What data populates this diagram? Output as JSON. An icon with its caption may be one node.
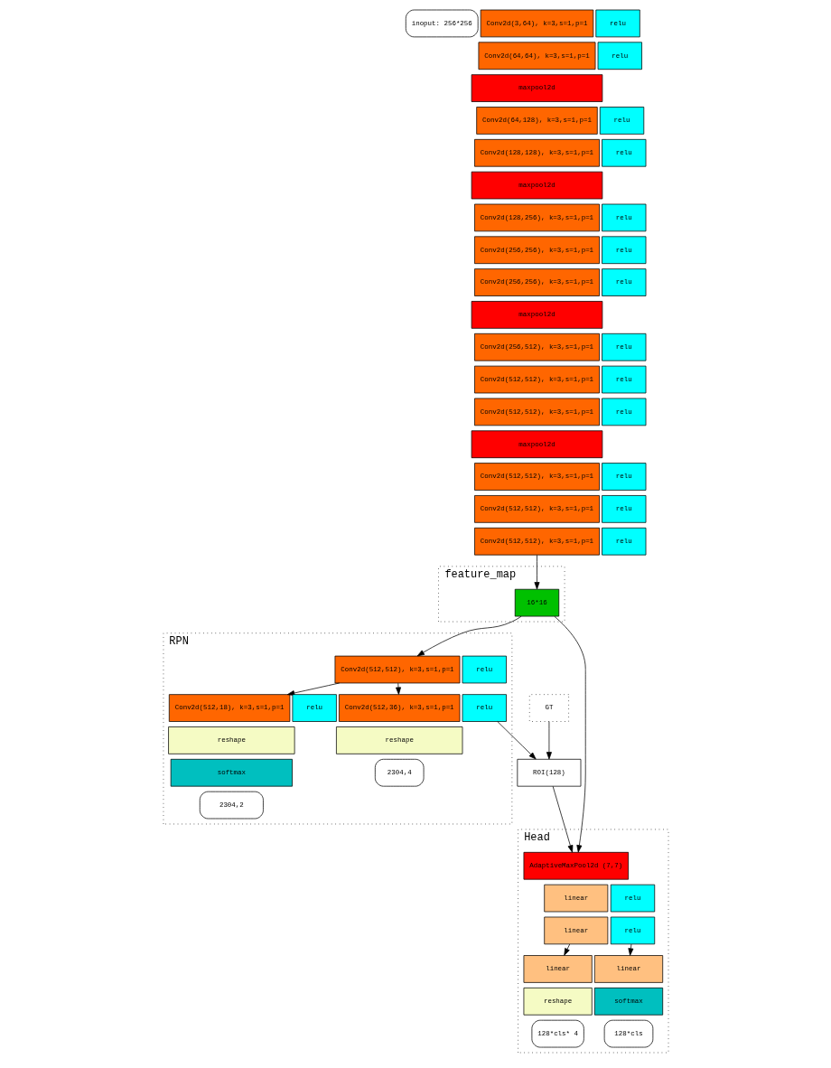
{
  "diagram": {
    "nodes": [
      {
        "text": [
          "inoput: 256*256"
        ]
      },
      {
        "text": [
          "Conv2d(3,64), k=3,s=1,p=1"
        ]
      },
      {
        "text": [
          "relu"
        ]
      },
      {
        "text": [
          "Conv2d(64,64), k=3,s=1,p=1"
        ]
      },
      {
        "text": [
          "relu"
        ]
      },
      {
        "text": [
          "maxpool2d"
        ]
      },
      {
        "text": [
          "Conv2d(64,128), k=3,s=1,p=1"
        ]
      },
      {
        "text": [
          "relu"
        ]
      },
      {
        "text": [
          "Conv2d(128,128), k=3,s=1,p=1"
        ]
      },
      {
        "text": [
          "relu"
        ]
      },
      {
        "text": [
          "maxpool2d"
        ]
      },
      {
        "text": [
          "Conv2d(128,256), k=3,s=1,p=1"
        ]
      },
      {
        "text": [
          "relu"
        ]
      },
      {
        "text": [
          "Conv2d(256,256), k=3,s=1,p=1"
        ]
      },
      {
        "text": [
          "relu"
        ]
      },
      {
        "text": [
          "Conv2d(256,256), k=3,s=1,p=1"
        ]
      },
      {
        "text": [
          "relu"
        ]
      },
      {
        "text": [
          "maxpool2d"
        ]
      },
      {
        "text": [
          "Conv2d(256,512), k=3,s=1,p=1"
        ]
      },
      {
        "text": [
          "relu"
        ]
      },
      {
        "text": [
          "Conv2d(512,512), k=3,s=1,p=1"
        ]
      },
      {
        "text": [
          "relu"
        ]
      },
      {
        "text": [
          "Conv2d(512,512), k=3,s=1,p=1"
        ]
      },
      {
        "text": [
          "relu"
        ]
      },
      {
        "text": [
          "maxpool2d"
        ]
      },
      {
        "text": [
          "Conv2d(512,512), k=3,s=1,p=1"
        ]
      },
      {
        "text": [
          "relu"
        ]
      },
      {
        "text": [
          "Conv2d(512,512), k=3,s=1,p=1"
        ]
      },
      {
        "text": [
          "relu"
        ]
      },
      {
        "text": [
          "Conv2d(512,512), k=3,s=1,p=1"
        ]
      },
      {
        "text": [
          "relu"
        ]
      },
      {
        "text": [
          "feature_map"
        ]
      },
      {
        "text": [
          "16*16"
        ],
        "in": 31
      },
      {
        "text": [
          "RPN"
        ]
      },
      {
        "text": [
          "Conv2d(512,512), k=3,s=1,p=1"
        ],
        "in": 33
      },
      {
        "text": [
          "relu"
        ],
        "in": 33
      },
      {
        "text": [
          "Conv2d(512,18), k=3,s=1,p=1"
        ],
        "in": 33
      },
      {
        "text": [
          "relu"
        ],
        "in": 33
      },
      {
        "text": [
          "Conv2d(512,36), k=3,s=1,p=1"
        ],
        "in": 33
      },
      {
        "text": [
          "relu"
        ],
        "in": 33
      },
      {
        "text": [
          "reshape"
        ],
        "in": 33
      },
      {
        "text": [
          "reshape"
        ],
        "in": 33
      },
      {
        "text": [
          "softmax"
        ],
        "in": 33
      },
      {
        "text": [
          "2304,4"
        ],
        "in": 33
      },
      {
        "text": [
          "2304,2"
        ],
        "in": 33
      },
      {
        "text": [
          "ROI(128)"
        ]
      },
      {
        "text": [
          "GT"
        ]
      },
      {
        "text": [
          "Head"
        ]
      },
      {
        "text": [
          "AdaptiveMaxPool2d (7,7)"
        ],
        "in": 47
      },
      {
        "text": [
          "linear"
        ],
        "in": 47
      },
      {
        "text": [
          "relu"
        ],
        "in": 47
      },
      {
        "text": [
          "linear"
        ],
        "in": 47
      },
      {
        "text": [
          "relu"
        ],
        "in": 47
      },
      {
        "text": [
          "linear"
        ],
        "in": 47
      },
      {
        "text": [
          "linear"
        ],
        "in": 47
      },
      {
        "text": [
          "reshape"
        ],
        "in": 47
      },
      {
        "text": [
          "softmax"
        ],
        "in": 47
      },
      {
        "text": [
          "128*cls* 4"
        ],
        "in": 47
      },
      {
        "text": [
          "128*cls"
        ],
        "in": 47
      }
    ],
    "edges": [
      {
        "from": 29,
        "to": 32,
        "arrow": "to"
      },
      {
        "from": 32,
        "to": 48,
        "arrow": "to"
      },
      {
        "from": 45,
        "to": 48,
        "arrow": "to"
      },
      {
        "from": 32,
        "to": 34,
        "arrow": "to"
      },
      {
        "from": 34,
        "to": 36,
        "arrow": "to"
      },
      {
        "from": 34,
        "to": 38,
        "arrow": "to"
      },
      {
        "from": 39,
        "to": 45,
        "arrow": "to"
      },
      {
        "from": 46,
        "to": 45,
        "arrow": "to"
      },
      {
        "from": 51,
        "to": 53,
        "arrow": "to"
      },
      {
        "from": 52,
        "to": 54,
        "arrow": "to"
      }
    ]
  }
}
